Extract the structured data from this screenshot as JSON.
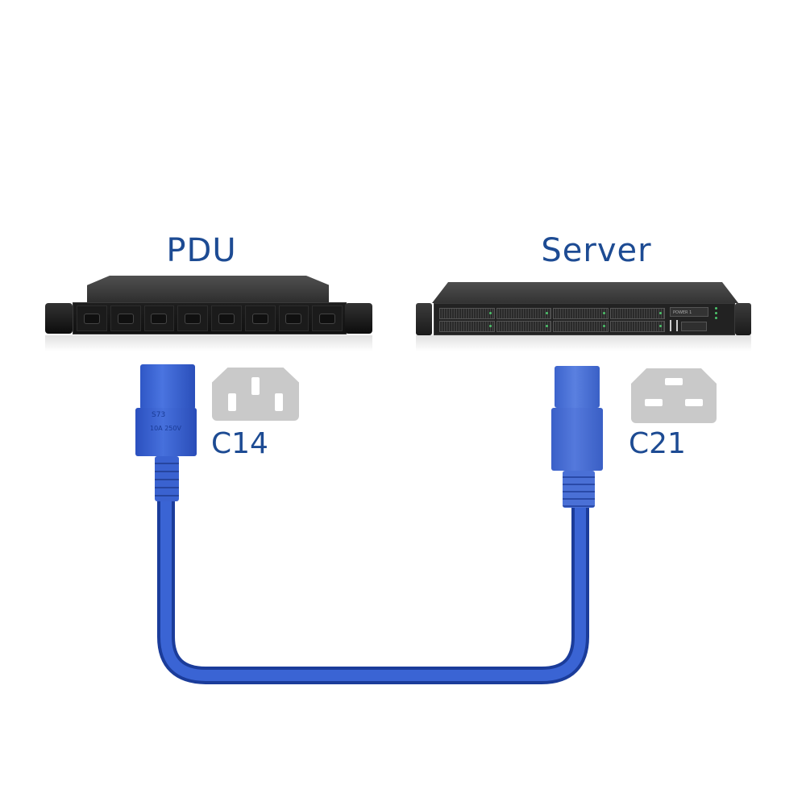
{
  "diagram": {
    "left": {
      "device_title": "PDU",
      "outlet_count": 8,
      "connector_label": "C14",
      "connector_icon": "c14-inlet-icon"
    },
    "right": {
      "device_title": "Server",
      "drive_bays": 8,
      "panel_text": "POWER 1",
      "connector_label": "C21",
      "connector_icon": "c21-inlet-icon"
    },
    "plug_markings": {
      "c14_code": "S73",
      "c14_rating": "10A 250V"
    },
    "colors": {
      "title_blue": "#1d4b93",
      "cable_blue": "#2f5bd0",
      "icon_grey": "#c9c9c9",
      "device_dark": "#222222"
    }
  }
}
